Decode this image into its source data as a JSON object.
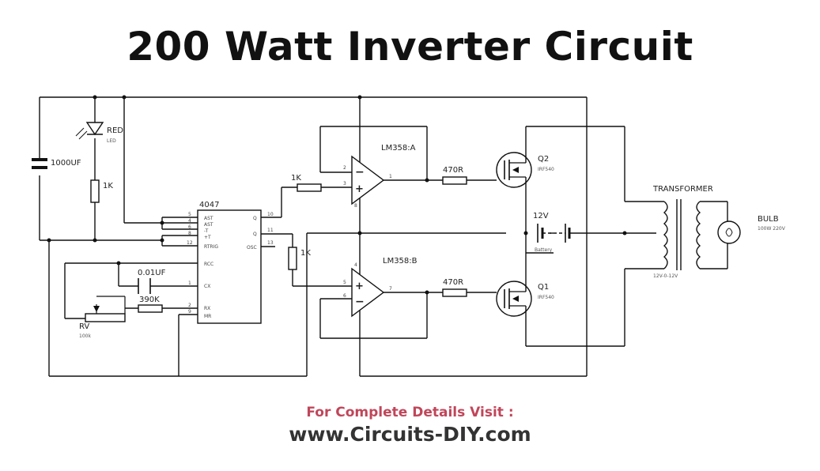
{
  "title": "200 Watt Inverter Circuit",
  "footer": {
    "visit": "For Complete Details Visit :",
    "site": "www.Circuits-DIY.com"
  },
  "components": {
    "led": {
      "name": "RED",
      "type": "LED"
    },
    "capacitor_main": "1000UF",
    "resistor_led": "1K",
    "resistor_a": "1K",
    "resistor_b": "1K",
    "ic": "4047",
    "opamp_a": "LM358:A",
    "opamp_b": "LM358:B",
    "gate_res_a": "470R",
    "gate_res_b": "470R",
    "q2": {
      "name": "Q2",
      "part": "IRF540"
    },
    "q1": {
      "name": "Q1",
      "part": "IRF540"
    },
    "battery": {
      "voltage": "12V",
      "name": "Battery"
    },
    "transformer": {
      "name": "TRANSFORMER",
      "tap": "12V-0-12V"
    },
    "bulb": {
      "name": "BULB",
      "rating": "100W 220V"
    },
    "cap_small": "0.01UF",
    "resistor_390": "390K",
    "pot": {
      "name": "RV",
      "value": "100k"
    }
  },
  "ic_pins": {
    "left": [
      "AST",
      "AST",
      "-T",
      "+T",
      "RTRIG",
      "RCC",
      "CX",
      "RX",
      "MR"
    ],
    "left_numbers": [
      "5",
      "4",
      "6",
      "8",
      "12",
      "",
      "1",
      "2",
      "9"
    ],
    "right": [
      "Q",
      "Q",
      "OSC"
    ],
    "right_numbers": [
      "10",
      "11",
      "13"
    ]
  },
  "opamp_pins": {
    "a": [
      "2",
      "3",
      "1",
      "8"
    ],
    "b": [
      "5",
      "6",
      "7",
      "4"
    ]
  }
}
